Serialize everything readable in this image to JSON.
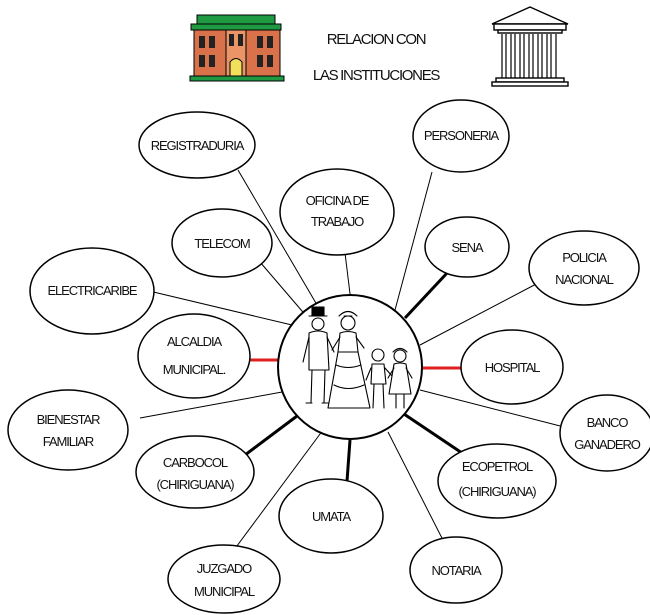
{
  "title": {
    "line1": "RELACION CON",
    "line2": "LAS INSTITUCIONES"
  },
  "icons": {
    "left": "town-hall-building-icon",
    "right": "classical-institution-building-icon"
  },
  "colors": {
    "red_connector": "#e0201e",
    "line": "#000000"
  },
  "institutions": {
    "registraduria": {
      "lines": [
        "REGISTRADURIA"
      ]
    },
    "personeria": {
      "lines": [
        "PERSONERIA"
      ]
    },
    "oficina_trabajo": {
      "lines": [
        "OFICINA DE",
        "TRABAJO"
      ]
    },
    "telecom": {
      "lines": [
        "TELECOM"
      ]
    },
    "sena": {
      "lines": [
        "SENA"
      ]
    },
    "policia": {
      "lines": [
        "POLICIA",
        "NACIONAL"
      ]
    },
    "electricaribe": {
      "lines": [
        "ELECTRICARIBE"
      ]
    },
    "alcaldia": {
      "lines": [
        "ALCALDIA",
        "MUNICIPAL."
      ]
    },
    "hospital": {
      "lines": [
        "HOSPITAL"
      ]
    },
    "bienestar": {
      "lines": [
        "BIENESTAR",
        "FAMILIAR"
      ]
    },
    "banco": {
      "lines": [
        "BANCO",
        "GANADERO"
      ]
    },
    "carbocol": {
      "lines": [
        "CARBOCOL",
        "(CHIRIGUANA)"
      ]
    },
    "ecopetrol": {
      "lines": [
        "ECOPETROL",
        "(CHIRIGUANA)"
      ]
    },
    "umata": {
      "lines": [
        "UMATA"
      ]
    },
    "notaria": {
      "lines": [
        "NOTARIA"
      ]
    },
    "juzgado": {
      "lines": [
        "JUZGADO",
        "MUNICIPAL"
      ]
    }
  },
  "center": {
    "image": "family-illustration-icon"
  }
}
